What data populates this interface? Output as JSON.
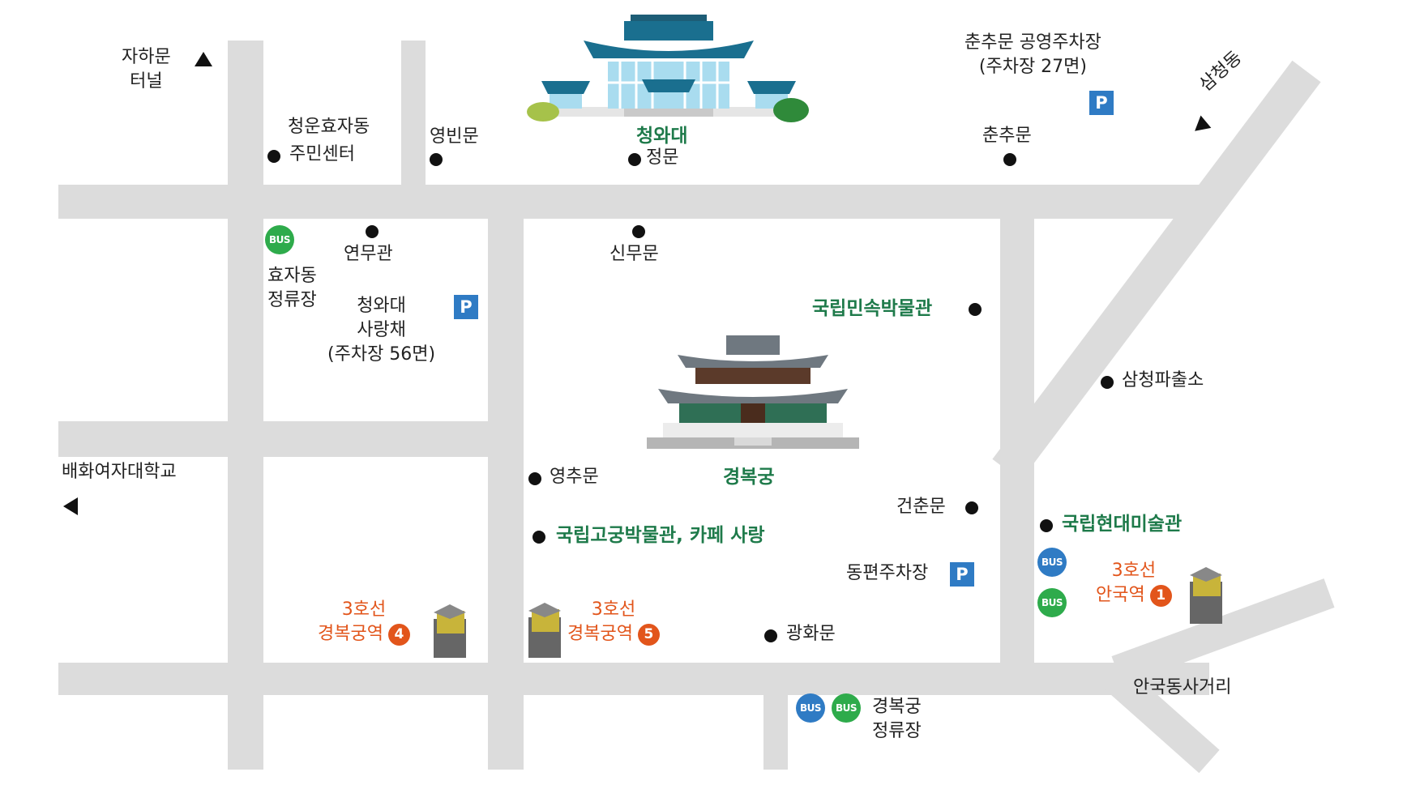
{
  "map": {
    "colors": {
      "road": "#dcdcdc",
      "label_green": "#1e7a4a",
      "label_orange": "#e2551b",
      "bus_green": "#2eab4b",
      "bus_blue": "#2f7bc4",
      "parking": "#2f7bc4"
    },
    "labels": {
      "jahamun_line1": "자하문",
      "jahamun_line2": "터널",
      "cheongun_line1": "청운효자동",
      "cheongun_line2": "주민센터",
      "yeongbinmun": "영빈문",
      "cheongwadae": "청와대",
      "jeongmun": "정문",
      "chunchumun_parking_line1": "춘추문 공영주차장",
      "chunchumun_parking_line2": "(주차장 27면)",
      "chunchumun": "춘추문",
      "samcheongdong": "삼청동",
      "yeonmugwan": "연무관",
      "hyojadong_stop_line1": "효자동",
      "hyojadong_stop_line2": "정류장",
      "sarangchae_line1": "청와대",
      "sarangchae_line2": "사랑채",
      "sarangchae_line3": "(주차장 56면)",
      "sinmumun": "신무문",
      "folk_museum": "국립민속박물관",
      "samcheong_police": "삼청파출소",
      "baehwa": "배화여자대학교",
      "yeongchumun": "영추문",
      "gyeongbokgung": "경복궁",
      "geonchunmun": "건춘문",
      "palace_museum": "국립고궁박물관, 카페 사랑",
      "mmca": "국립현대미술관",
      "dongpyeon_parking": "동편주차장",
      "anguk_line": "3호선",
      "anguk_station": "안국역",
      "anguk_exit": "1",
      "gb4_line": "3호선",
      "gb4_station": "경복궁역",
      "gb4_exit": "4",
      "gb5_line": "3호선",
      "gb5_station": "경복궁역",
      "gb5_exit": "5",
      "gwanghwamun": "광화문",
      "anguk_intersection": "안국동사거리",
      "gyeongbokgung_stop_line1": "경복궁",
      "gyeongbokgung_stop_line2": "정류장"
    },
    "bus_badge": "BUS",
    "parking_badge": "P",
    "icons": {
      "bus": "bus-stop-icon",
      "parking": "parking-icon",
      "subway": "subway-exit-icon",
      "place": "location-dot-icon",
      "direction": "direction-arrow-icon"
    }
  }
}
